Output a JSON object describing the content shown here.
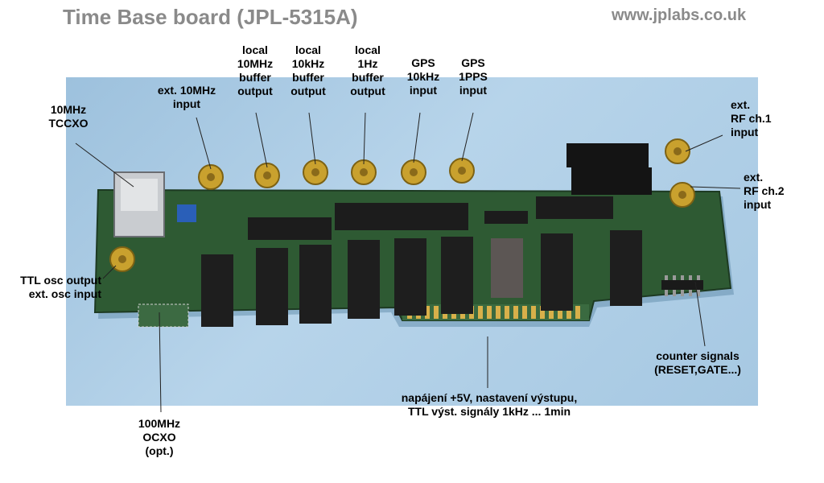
{
  "header": {
    "title": "Time Base board (JPL-5315A)",
    "url": "www.jplabs.co.uk"
  },
  "labels": {
    "tccxo": "10MHz\nTCCXO",
    "ext_10mhz": "ext. 10MHz\ninput",
    "local_10mhz": "local\n10MHz\nbuffer\noutput",
    "local_10khz": "local\n10kHz\nbuffer\noutput",
    "local_1hz": "local\n1Hz\nbuffer\noutput",
    "gps_10khz": "GPS\n10kHz\ninput",
    "gps_1pps": "GPS\n1PPS\ninput",
    "rf_ch1": "ext.\nRF ch.1\ninput",
    "rf_ch2": "ext.\nRF ch.2\ninput",
    "ttl_osc": "TTL osc output\next. osc input",
    "ocxo": "100MHz\nOCXO\n(opt.)",
    "power": "napájení +5V, nastavení výstupu,\nTTL výst. signály 1kHz ... 1min",
    "counter": "counter signals\n(RESET,GATE...)"
  },
  "colors": {
    "background": "#ffffff",
    "header_text": "#8a8a8a",
    "photo_backdrop": "#a9cbe4",
    "pcb_green": "#2e5a33",
    "gold": "#c9a12e"
  }
}
